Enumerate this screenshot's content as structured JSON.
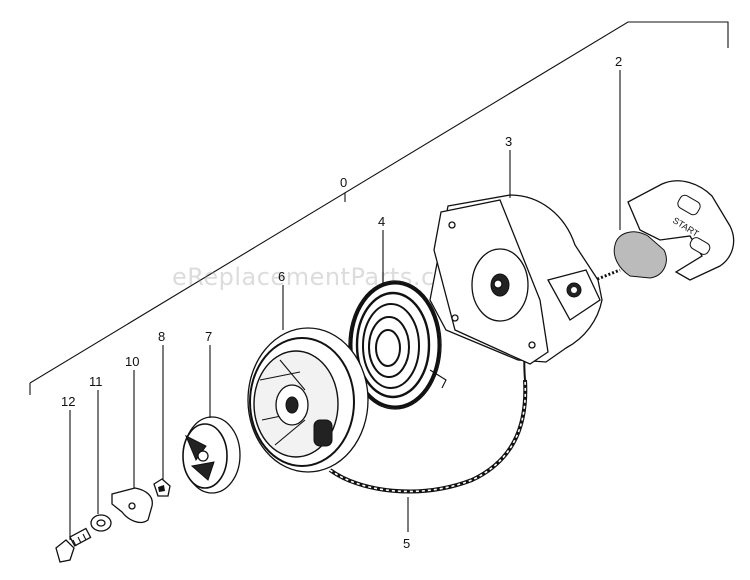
{
  "watermark": "eReplacementParts.com",
  "callouts": {
    "assembly": "0",
    "starter_handle": "2",
    "starter_case": "3",
    "recoil_spring": "4",
    "starter_rope": "5",
    "rope_reel": "6",
    "pawl_plate": "7",
    "pawl": "8",
    "spring_clip": "10",
    "washer": "11",
    "screw": "12"
  },
  "handle_text": "START"
}
